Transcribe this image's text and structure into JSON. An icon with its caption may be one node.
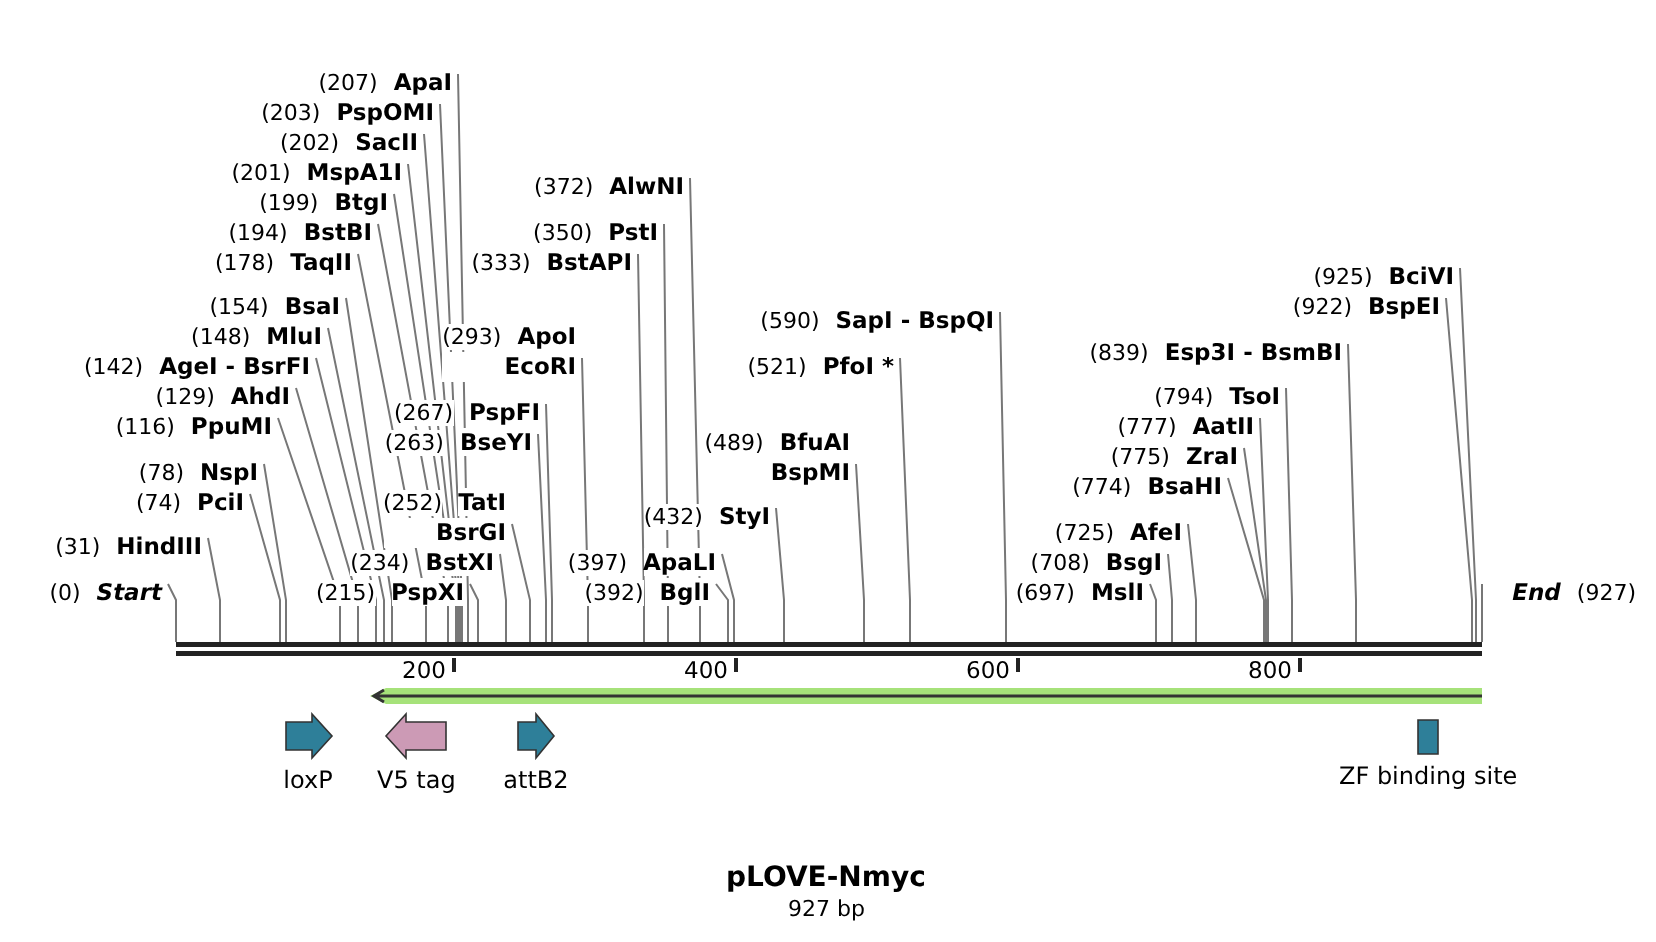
{
  "diagram": {
    "title": "pLOVE-Nmyc",
    "caption": "927 bp",
    "nodes": [
      {
        "text": [
          "(207)",
          "ApaI"
        ]
      },
      {
        "text": [
          "(203)",
          "PspOMI"
        ]
      },
      {
        "text": [
          "(202)",
          "SacII"
        ]
      },
      {
        "text": [
          "(201)",
          "MspA1I"
        ]
      },
      {
        "text": [
          "(199)",
          "BtgI"
        ]
      },
      {
        "text": [
          "(194)",
          "BstBI"
        ]
      },
      {
        "text": [
          "(178)",
          "TaqII"
        ]
      },
      {
        "text": [
          "(154)",
          "BsaI"
        ]
      },
      {
        "text": [
          "(148)",
          "MluI"
        ]
      },
      {
        "text": [
          "(142)",
          "AgeI - BsrFI"
        ]
      },
      {
        "text": [
          "(129)",
          "AhdI"
        ]
      },
      {
        "text": [
          "(116)",
          "PpuMI"
        ]
      },
      {
        "text": [
          "(78)",
          "NspI"
        ]
      },
      {
        "text": [
          "(74)",
          "PciI"
        ]
      },
      {
        "text": [
          "(31)",
          "HindIII"
        ]
      },
      {
        "text": [
          "(0)",
          "Start"
        ]
      },
      {
        "text": [
          "(215)",
          "PspXI"
        ]
      },
      {
        "text": [
          "(234)",
          "BstXI"
        ]
      },
      {
        "text": [
          "(252)",
          "TatI",
          "BsrGI"
        ]
      },
      {
        "text": [
          "(263)",
          "BseYI"
        ]
      },
      {
        "text": [
          "(267)",
          "PspFI"
        ]
      },
      {
        "text": [
          "(293)",
          "ApoI",
          "EcoRI"
        ]
      },
      {
        "text": [
          "(333)",
          "BstAPI"
        ]
      },
      {
        "text": [
          "(350)",
          "PstI"
        ]
      },
      {
        "text": [
          "(372)",
          "AlwNI"
        ]
      },
      {
        "text": [
          "(397)",
          "ApaLI"
        ]
      },
      {
        "text": [
          "(392)",
          "BglI"
        ]
      },
      {
        "text": [
          "(432)",
          "StyI"
        ]
      },
      {
        "text": [
          "(489)",
          "BfuAI",
          "BspMI"
        ]
      },
      {
        "text": [
          "(521)",
          "PfoI *"
        ]
      },
      {
        "text": [
          "(590)",
          "SapI - BspQI"
        ]
      },
      {
        "text": [
          "(697)",
          "MslI"
        ]
      },
      {
        "text": [
          "(708)",
          "BsgI"
        ]
      },
      {
        "text": [
          "(725)",
          "AfeI"
        ]
      },
      {
        "text": [
          "(774)",
          "BsaHI"
        ]
      },
      {
        "text": [
          "(775)",
          "ZraI"
        ]
      },
      {
        "text": [
          "(777)",
          "AatII"
        ]
      },
      {
        "text": [
          "(794)",
          "TsoI"
        ]
      },
      {
        "text": [
          "(839)",
          "Esp3I - BsmBI"
        ]
      },
      {
        "text": [
          "(922)",
          "BspEI"
        ]
      },
      {
        "text": [
          "(925)",
          "BciVI"
        ]
      },
      {
        "text": [
          "End",
          "(927)"
        ]
      },
      {
        "text": [],
        "shape": "bar"
      },
      {
        "text": [],
        "shape": "arrow"
      },
      {
        "text": [
          "loxP"
        ]
      },
      {
        "text": [
          "V5 tag"
        ]
      },
      {
        "text": [
          "attB2"
        ]
      },
      {
        "text": [
          "ZF binding site"
        ]
      }
    ],
    "edges": [
      {
        "from": 0,
        "to": 42,
        "arrow": "none"
      },
      {
        "from": 1,
        "to": 42,
        "arrow": "none"
      },
      {
        "from": 2,
        "to": 42,
        "arrow": "none"
      },
      {
        "from": 3,
        "to": 42,
        "arrow": "none"
      },
      {
        "from": 4,
        "to": 42,
        "arrow": "none"
      },
      {
        "from": 5,
        "to": 42,
        "arrow": "none"
      },
      {
        "from": 6,
        "to": 42,
        "arrow": "none"
      },
      {
        "from": 7,
        "to": 42,
        "arrow": "none"
      },
      {
        "from": 8,
        "to": 42,
        "arrow": "none"
      },
      {
        "from": 9,
        "to": 42,
        "arrow": "none"
      },
      {
        "from": 10,
        "to": 42,
        "arrow": "none"
      },
      {
        "from": 11,
        "to": 42,
        "arrow": "none"
      },
      {
        "from": 12,
        "to": 42,
        "arrow": "none"
      },
      {
        "from": 13,
        "to": 42,
        "arrow": "none"
      },
      {
        "from": 14,
        "to": 42,
        "arrow": "none"
      },
      {
        "from": 15,
        "to": 42,
        "arrow": "none"
      },
      {
        "from": 16,
        "to": 42,
        "arrow": "none"
      },
      {
        "from": 17,
        "to": 42,
        "arrow": "none"
      },
      {
        "from": 18,
        "to": 42,
        "arrow": "none"
      },
      {
        "from": 19,
        "to": 42,
        "arrow": "none"
      },
      {
        "from": 20,
        "to": 42,
        "arrow": "none"
      },
      {
        "from": 21,
        "to": 42,
        "arrow": "none"
      },
      {
        "from": 22,
        "to": 42,
        "arrow": "none"
      },
      {
        "from": 23,
        "to": 42,
        "arrow": "none"
      },
      {
        "from": 24,
        "to": 42,
        "arrow": "none"
      },
      {
        "from": 25,
        "to": 42,
        "arrow": "none"
      },
      {
        "from": 26,
        "to": 42,
        "arrow": "none"
      },
      {
        "from": 27,
        "to": 42,
        "arrow": "none"
      },
      {
        "from": 28,
        "to": 42,
        "arrow": "none"
      },
      {
        "from": 29,
        "to": 42,
        "arrow": "none"
      },
      {
        "from": 30,
        "to": 42,
        "arrow": "none"
      },
      {
        "from": 31,
        "to": 42,
        "arrow": "none"
      },
      {
        "from": 32,
        "to": 42,
        "arrow": "none"
      },
      {
        "from": 33,
        "to": 42,
        "arrow": "none"
      },
      {
        "from": 34,
        "to": 42,
        "arrow": "none"
      },
      {
        "from": 35,
        "to": 42,
        "arrow": "none"
      },
      {
        "from": 36,
        "to": 42,
        "arrow": "none"
      },
      {
        "from": 37,
        "to": 42,
        "arrow": "none"
      },
      {
        "from": 38,
        "to": 42,
        "arrow": "none"
      },
      {
        "from": 39,
        "to": 42,
        "arrow": "none"
      },
      {
        "from": 40,
        "to": 42,
        "arrow": "none"
      },
      {
        "from": 41,
        "to": 42,
        "arrow": "none"
      }
    ],
    "labels": [
      "200",
      "400",
      "600",
      "800"
    ]
  }
}
